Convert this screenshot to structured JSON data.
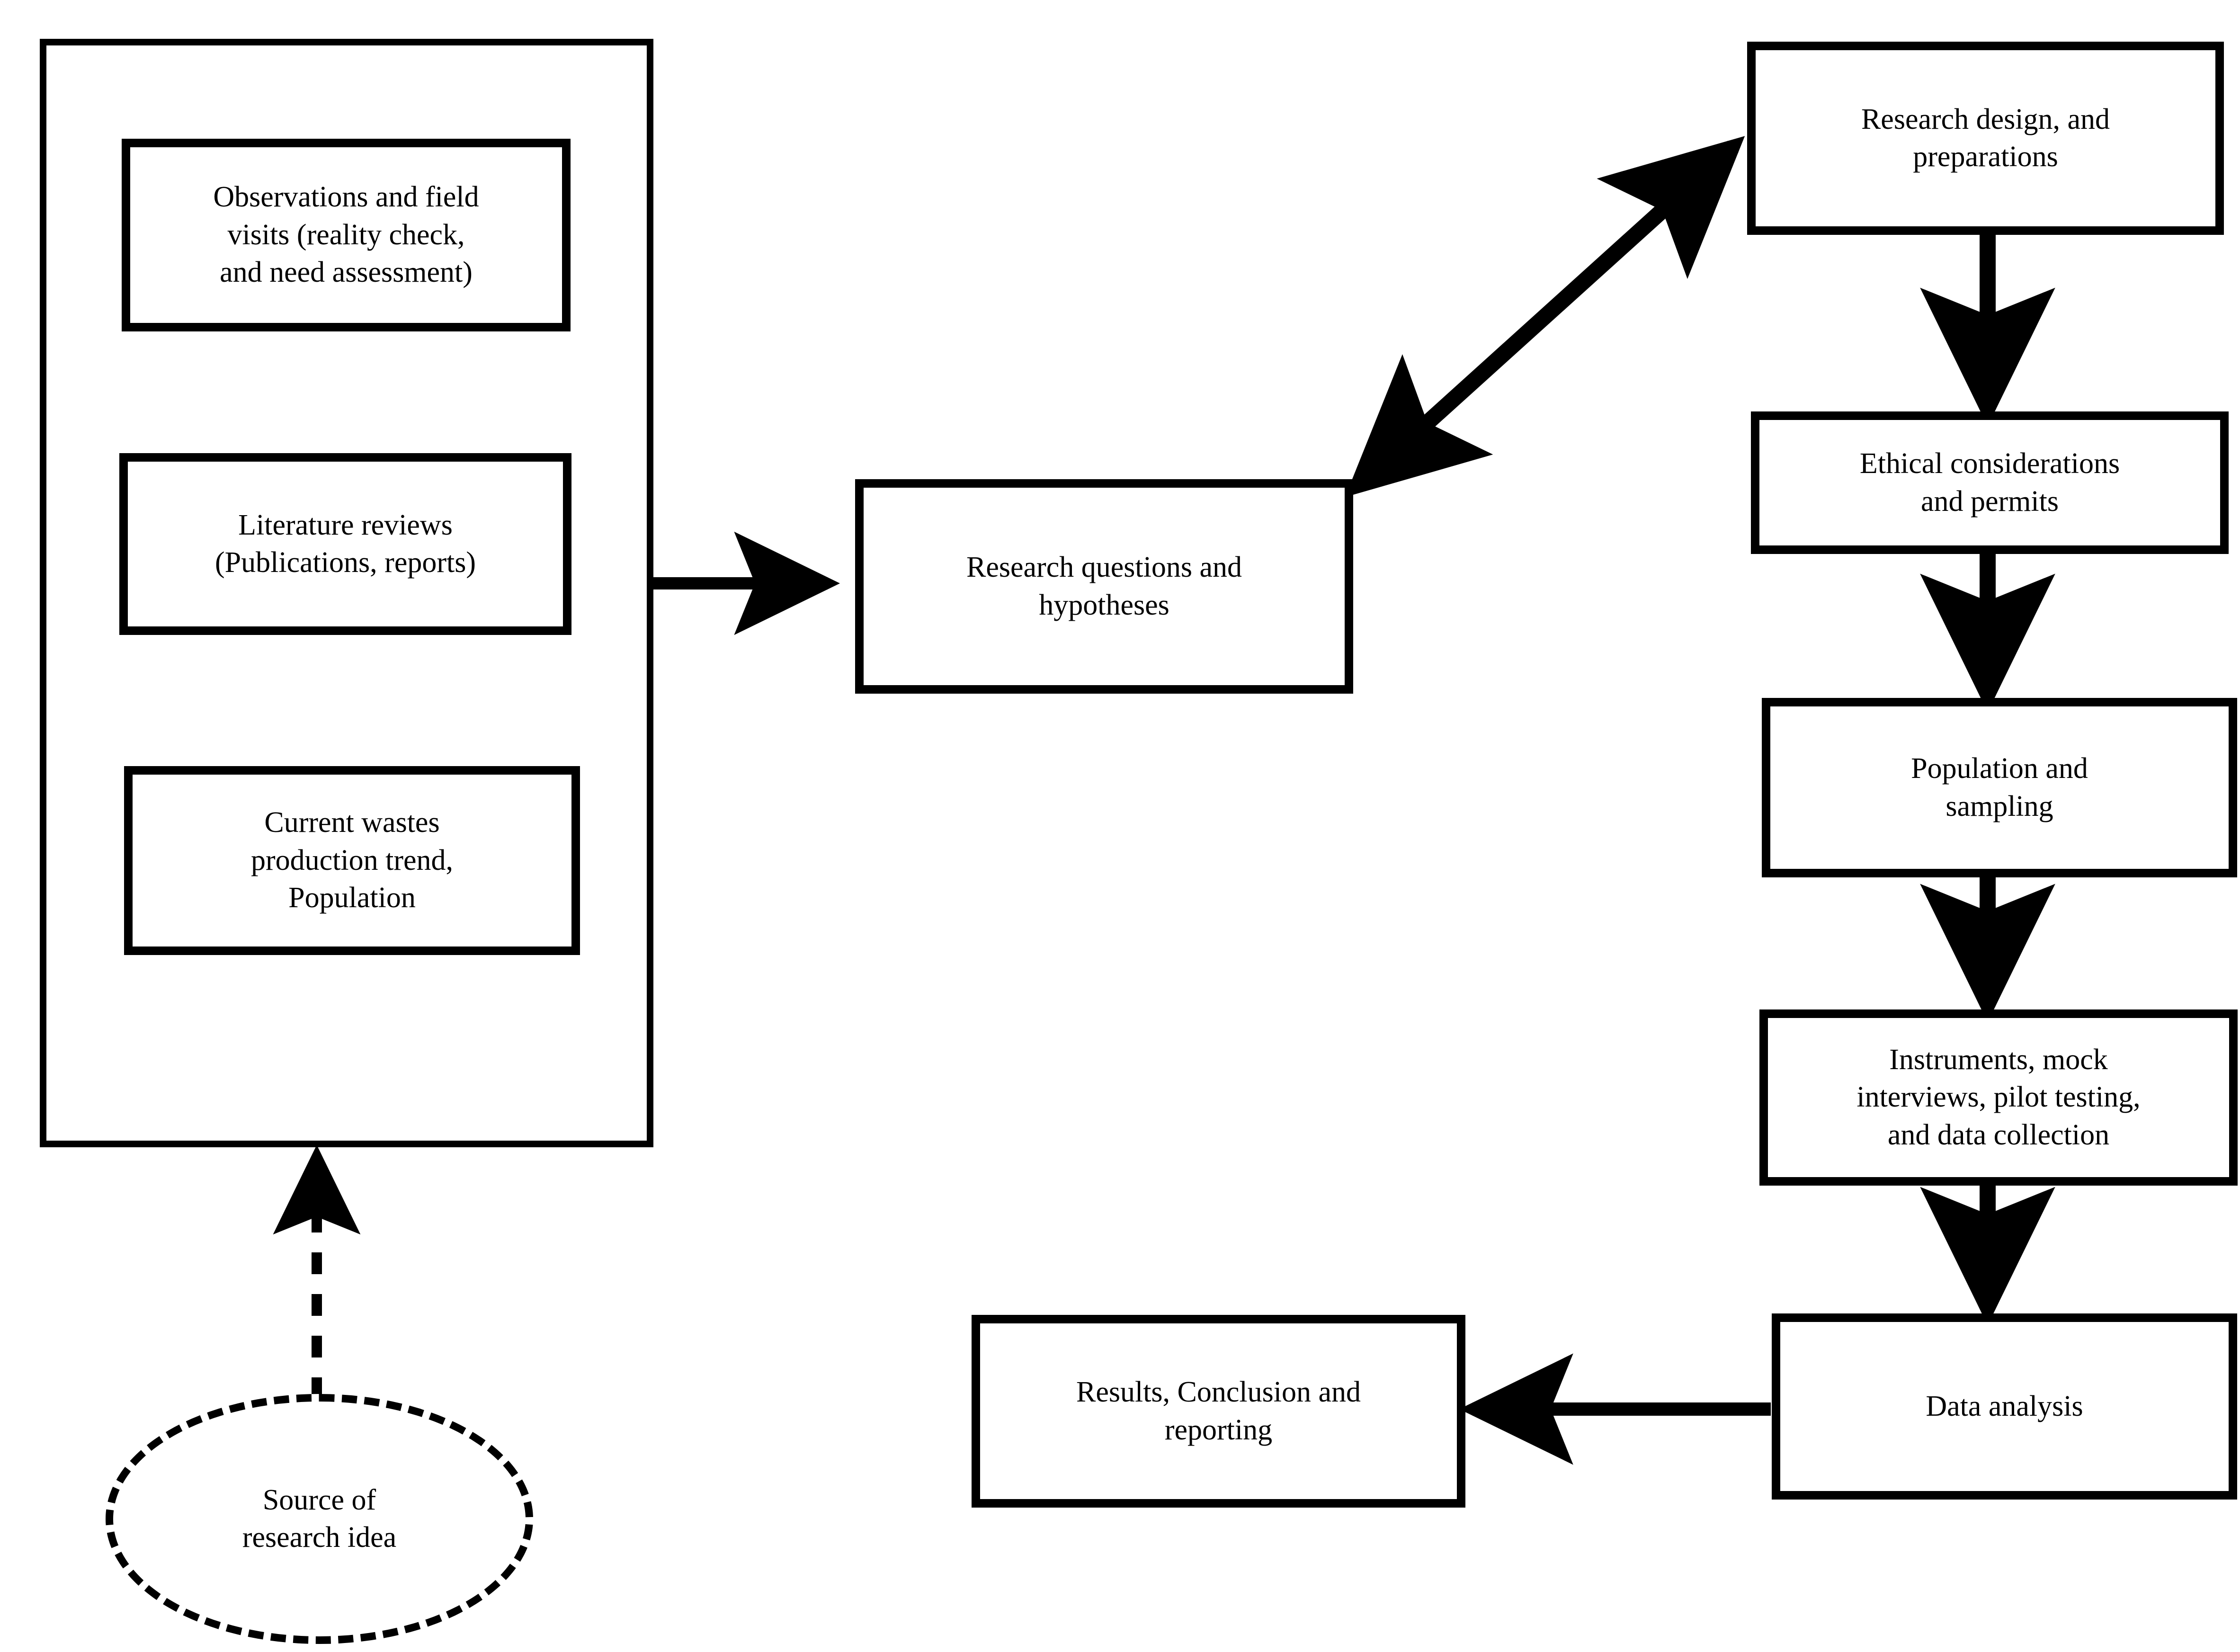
{
  "diagram": {
    "title": "Research methodology flowchart",
    "background_color": "#ffffff",
    "line_color": "#000000",
    "nodes": {
      "inputs_container": {
        "label": ""
      },
      "observations": {
        "label": "Observations and field\nvisits (reality check,\nand need assessment)"
      },
      "literature": {
        "label": "Literature reviews\n(Publications, reports)"
      },
      "wastes": {
        "label": "Current wastes\nproduction trend,\nPopulation"
      },
      "research_questions": {
        "label": "Research questions and\nhypotheses"
      },
      "source_idea": {
        "label": "Source of\nresearch idea"
      },
      "research_design": {
        "label": "Research design, and\npreparations"
      },
      "ethical": {
        "label": "Ethical considerations\nand permits"
      },
      "population": {
        "label": "Population and\nsampling"
      },
      "instruments": {
        "label": "Instruments, mock\ninterviews, pilot testing,\nand data collection"
      },
      "data_analysis": {
        "label": "Data analysis"
      },
      "results": {
        "label": "Results, Conclusion and\nreporting"
      }
    },
    "edges": [
      {
        "name": "inputs-to-questions",
        "from": "inputs_container",
        "to": "research_questions",
        "style": "solid",
        "heads": "single"
      },
      {
        "name": "questions-to-design",
        "from": "research_questions",
        "to": "research_design",
        "style": "solid",
        "heads": "double"
      },
      {
        "name": "design-to-ethical",
        "from": "research_design",
        "to": "ethical",
        "style": "solid",
        "heads": "single"
      },
      {
        "name": "ethical-to-population",
        "from": "ethical",
        "to": "population",
        "style": "solid",
        "heads": "single"
      },
      {
        "name": "population-to-instruments",
        "from": "population",
        "to": "instruments",
        "style": "solid",
        "heads": "single"
      },
      {
        "name": "instruments-to-analysis",
        "from": "instruments",
        "to": "data_analysis",
        "style": "solid",
        "heads": "single"
      },
      {
        "name": "analysis-to-results",
        "from": "data_analysis",
        "to": "results",
        "style": "solid",
        "heads": "single"
      },
      {
        "name": "source-to-inputs",
        "from": "source_idea",
        "to": "inputs_container",
        "style": "dashed",
        "heads": "single"
      }
    ]
  }
}
